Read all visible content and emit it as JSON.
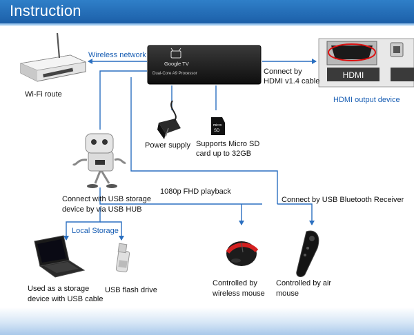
{
  "header": {
    "title": "Instruction"
  },
  "device": {
    "brand": "Google TV",
    "processor": "Dual-Core A9 Processor"
  },
  "hdmi_port": {
    "label": "HDMI"
  },
  "labels": {
    "wireless_network": "Wireless network",
    "wifi_route": "Wi-Fi route",
    "connect_hdmi_1": "Connect by",
    "connect_hdmi_2": "HDMI v1.4 cable",
    "hdmi_output": "HDMI output device",
    "power_supply": "Power supply",
    "sd_1": "Supports Micro SD",
    "sd_2": "card up to 32GB",
    "usb_hub_1": "Connect with USB storage",
    "usb_hub_2": "device by via USB HUB",
    "fhd": "1080p FHD playback",
    "bluetooth": "Connect by USB Bluetooth Receiver",
    "local_storage": "Local Storage",
    "laptop_1": "Used as a storage",
    "laptop_2": "device with USB cable",
    "flash": "USB flash drive",
    "mouse_1": "Controlled by",
    "mouse_2": "wireless mouse",
    "air_1": "Controlled by air",
    "air_2": "mouse"
  },
  "colors": {
    "header": "#1f66b0",
    "line": "#2a6fc0",
    "accent": "#1a5fb4"
  }
}
